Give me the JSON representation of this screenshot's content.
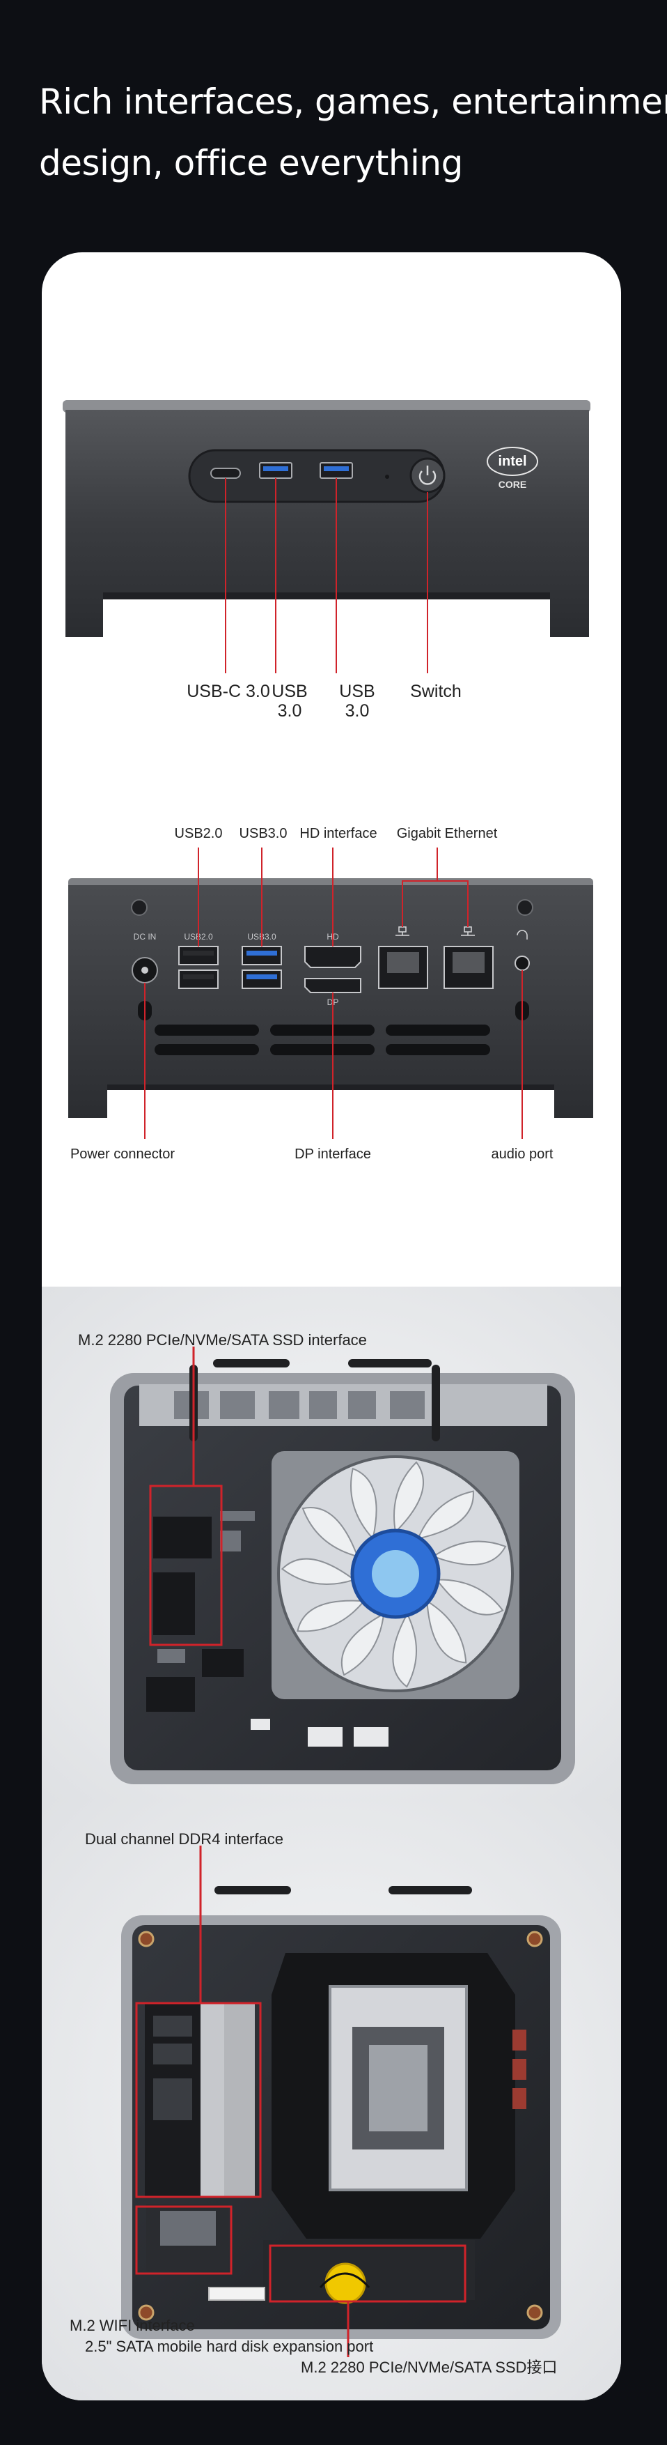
{
  "headline": {
    "line1": "Rich interfaces, games, entertainment",
    "line2": "design, office everything"
  },
  "front_panel": {
    "logo_brand": "intel",
    "logo_sub": "CORE",
    "labels": [
      "USB-C 3.0",
      "USB 3.0",
      "USB 3.0",
      "Switch"
    ]
  },
  "rear_panel": {
    "top_labels": [
      "USB2.0",
      "USB3.0",
      "HD interface",
      "Gigabit Ethernet"
    ],
    "port_marks": [
      "DC IN",
      "USB2.0",
      "USB3.0",
      "HD",
      "DP"
    ],
    "bottom_labels": [
      "Power connector",
      "DP interface",
      "audio port"
    ]
  },
  "board_top": {
    "label": "M.2 2280 PCIe/NVMe/SATA SSD interface"
  },
  "board_bottom": {
    "labels": [
      "Dual channel DDR4 interface",
      "M.2 WIFI interface",
      "2.5\" SATA mobile hard disk expansion port",
      "M.2 2280 PCIe/NVMe/SATA SSD接口"
    ]
  },
  "colors": {
    "background": "#0d0f14",
    "card": "#ffffff",
    "callout_red": "#d0232a",
    "chassis": "#3a3c40"
  }
}
